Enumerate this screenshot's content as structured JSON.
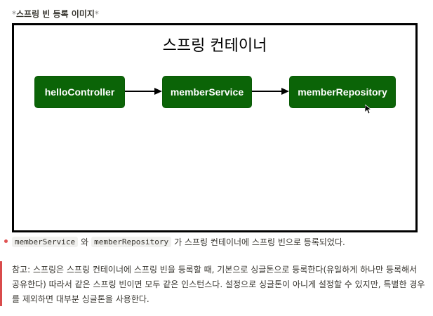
{
  "caption": {
    "prefix": "*",
    "title": "스프링 빈 등록 이미지",
    "suffix": "*"
  },
  "diagram": {
    "container_title": "스프링 컨테이너",
    "beans": [
      "helloController",
      "memberService",
      "memberRepository"
    ],
    "bean_color": "#0b6407"
  },
  "bullet": {
    "code1": "memberService",
    "conj": "와",
    "code2": "memberRepository",
    "rest": "가 스프링 컨테이너에 스프링 빈으로 등록되었다."
  },
  "note": {
    "text": "참고: 스프링은 스프링 컨테이너에 스프링 빈을 등록할 때, 기본으로 싱글톤으로 등록한다(유일하게 하나만 등록해서 공유한다) 따라서 같은 스프링 빈이면 모두 같은 인스턴스다. 설정으로 싱글톤이 아니게 설정할 수 있지만, 특별한 경우를 제외하면 대부분 싱글톤을 사용한다."
  }
}
